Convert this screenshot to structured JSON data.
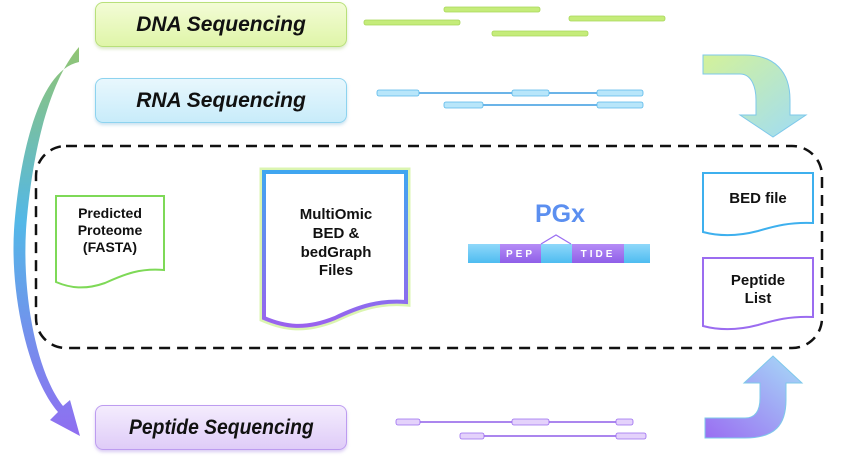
{
  "diagram": {
    "inputs": {
      "dna": {
        "label": "DNA Sequencing",
        "color": "#c5ec7a"
      },
      "rna": {
        "label": "RNA Sequencing",
        "color": "#9edcf5"
      },
      "peptide": {
        "label": "Peptide Sequencing",
        "color": "#c8a8f5"
      }
    },
    "tool": {
      "name": "PGx",
      "peptide_left": "PEP",
      "peptide_right": "TIDE"
    },
    "documents": {
      "predicted_proteome": {
        "lines": [
          "Predicted",
          "Proteome",
          "(FASTA)"
        ],
        "color": "#7ed957"
      },
      "multiomic": {
        "lines": [
          "MultiOmic",
          "BED &",
          "bedGraph",
          "Files"
        ]
      },
      "bed_file": {
        "lines": [
          "BED file"
        ],
        "color": "#3eb0ee"
      },
      "peptide_list": {
        "lines": [
          "Peptide",
          "List"
        ],
        "color": "#9b6cf0"
      }
    }
  }
}
